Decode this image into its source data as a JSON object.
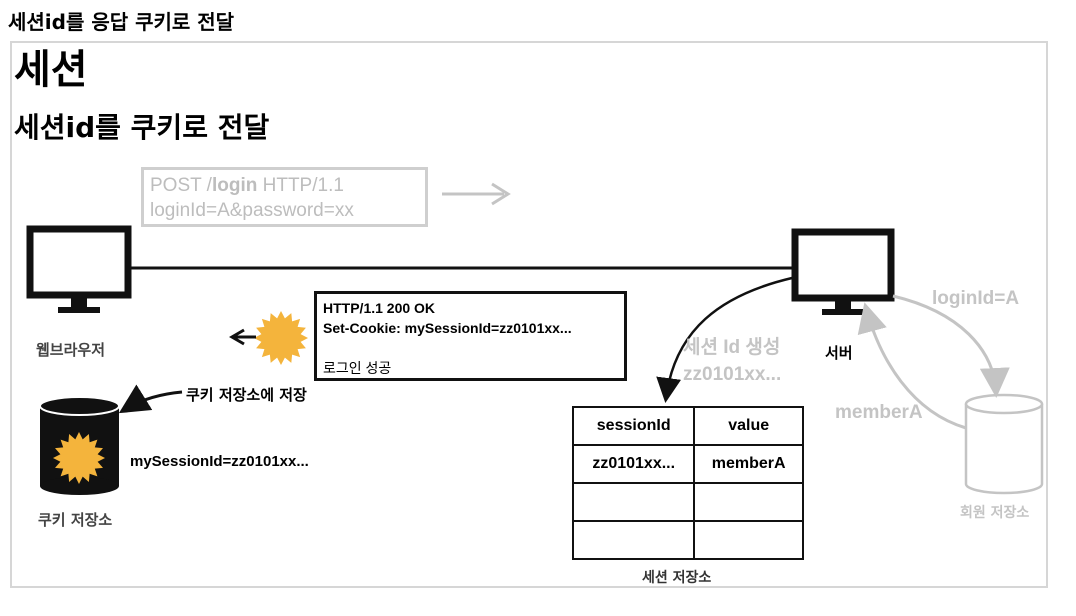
{
  "header": {
    "title": "세션id를 응답 쿠키로 전달"
  },
  "slide": {
    "title": "세션",
    "subtitle": "세션id를 쿠키로 전달"
  },
  "request": {
    "line1_prefix": "POST /",
    "line1_path": "login",
    "line1_suffix": " HTTP/1.1",
    "line2": "loginId=A&password=xx"
  },
  "response": {
    "status_line": "HTTP/1.1 200 OK",
    "cookie_line": "Set-Cookie: mySessionId=zz0101xx...",
    "body": "로그인 성공"
  },
  "browser": {
    "label": "웹브라우저"
  },
  "server": {
    "label": "서버"
  },
  "cookie_store": {
    "label": "쿠키 저장소",
    "arrow_label": "쿠키 저장소에 저장",
    "content": "mySessionId=zz0101xx..."
  },
  "session_create": {
    "line1": "세션 Id 생성",
    "line2": "zz0101xx..."
  },
  "session_store": {
    "label": "세션 저장소",
    "columns": [
      "sessionId",
      "value"
    ],
    "rows": [
      [
        "zz0101xx...",
        "memberA"
      ],
      [
        "",
        ""
      ],
      [
        "",
        ""
      ]
    ]
  },
  "member_store": {
    "label": "회원 저장소",
    "request_label": "loginId=A",
    "response_label": "memberA"
  },
  "colors": {
    "accent": "#f4b43c",
    "grey": "#c4c4c4",
    "stroke": "#111111"
  }
}
